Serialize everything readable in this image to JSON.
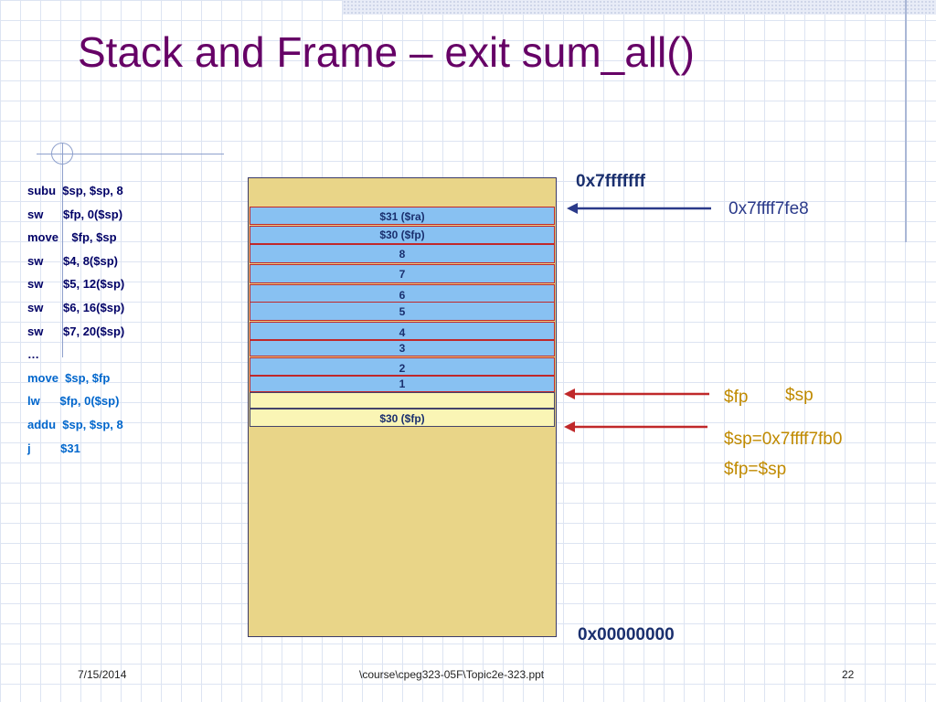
{
  "title": "Stack and Frame – exit sum_all()",
  "code": [
    {
      "text": "subu  $sp, $sp, 8",
      "color": "#000066"
    },
    {
      "text": "sw      $fp, 0($sp)",
      "color": "#000066"
    },
    {
      "text": "move    $fp, $sp",
      "color": "#000066"
    },
    {
      "text": "sw      $4, 8($sp)",
      "color": "#000066"
    },
    {
      "text": "sw      $5, 12($sp)",
      "color": "#000066"
    },
    {
      "text": "sw      $6, 16($sp)",
      "color": "#000066"
    },
    {
      "text": "sw      $7, 20($sp)",
      "color": "#000066"
    },
    {
      "text": "…",
      "color": "#000066"
    },
    {
      "text": "move  $sp, $fp",
      "color": "#0066cc"
    },
    {
      "text": "lw      $fp, 0($sp)",
      "color": "#0066cc"
    },
    {
      "text": "addu  $sp, $sp, 8",
      "color": "#0066cc"
    },
    {
      "text": "j         $31",
      "color": "#0066cc"
    }
  ],
  "stack": {
    "cells": [
      {
        "label": "$31 ($ra)"
      },
      {
        "label": "$30 ($fp)"
      },
      {
        "label": "8"
      },
      {
        "label": "7"
      },
      {
        "label": "6"
      },
      {
        "label": "5"
      },
      {
        "label": "4"
      },
      {
        "label": "3"
      },
      {
        "label": "2"
      },
      {
        "label": "1"
      },
      {
        "label": ""
      },
      {
        "label": "$30 ($fp)"
      }
    ]
  },
  "addresses": {
    "top": "0x7fffffff",
    "bottom": "0x00000000",
    "ra_target": "0x7ffff7fe8"
  },
  "pointers": {
    "fp": "$fp",
    "sp": "$sp",
    "sp_value": "$sp=0x7ffff7fb0",
    "fp_eq_sp": "$fp=$sp"
  },
  "footer": {
    "date": "7/15/2014",
    "path": "\\course\\cpeg323-05F\\Topic2e-323.ppt",
    "page": "22"
  },
  "colors": {
    "title": "#660066",
    "stack_bg": "#e9d588",
    "cell_blue": "#88c1f2",
    "cell_yellow": "#faf5b5",
    "arrow_red": "#c0282a",
    "arrow_blue": "#2b3a8a",
    "pointer_gold": "#c08a00"
  }
}
